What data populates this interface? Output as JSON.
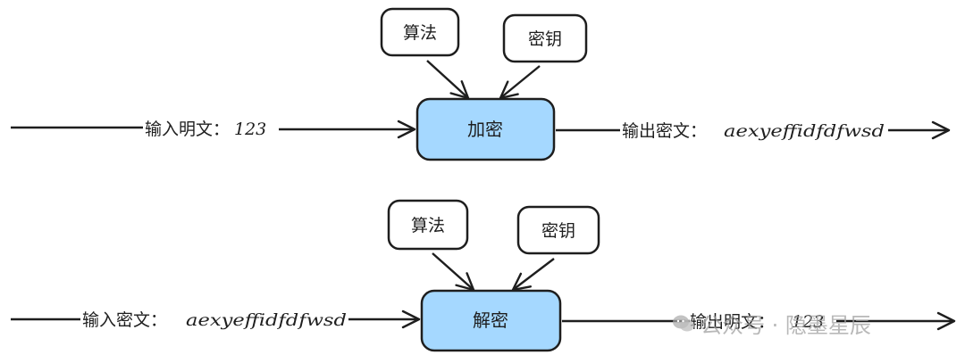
{
  "encrypt": {
    "algo_label": "算法",
    "key_label": "密钥",
    "box_label": "加密",
    "input_label": "输入明文：",
    "input_value": "123",
    "output_label": "输出密文：",
    "output_value": "aexyeffidfdfwsd"
  },
  "decrypt": {
    "algo_label": "算法",
    "key_label": "密钥",
    "box_label": "解密",
    "input_label": "输入密文：",
    "input_value": "aexyeffidfdfwsd",
    "output_label": "输出明文：",
    "output_value": "123"
  },
  "watermark": {
    "text": "公众号 · 隐墨星辰",
    "icon": "wechat-icon"
  },
  "colors": {
    "box_fill": "#a5d8ff",
    "stroke": "#1e1e1e"
  }
}
